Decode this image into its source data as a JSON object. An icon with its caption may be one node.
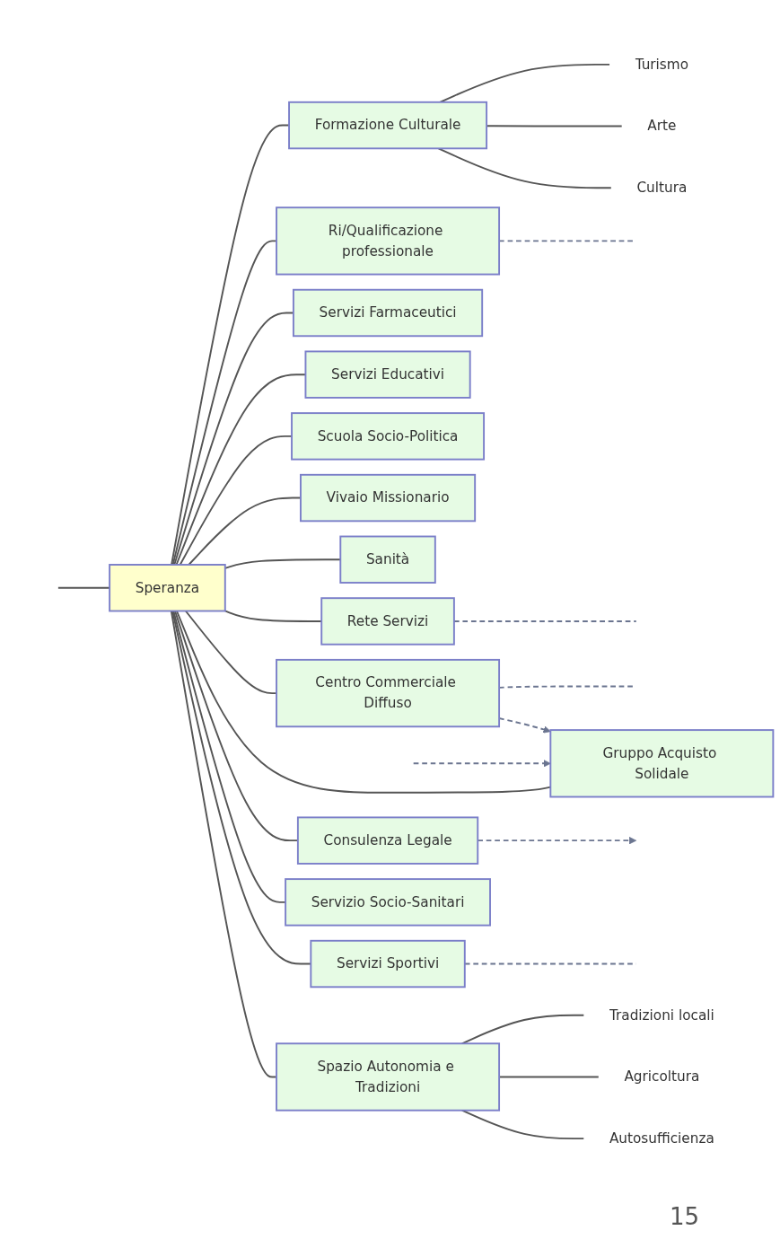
{
  "diagram": {
    "nodes": [
      {
        "text": [
          "Turismo"
        ]
      },
      {
        "text": [
          "Arte"
        ]
      },
      {
        "text": [
          "Cultura"
        ]
      },
      {
        "text": [
          "Formazione Culturale"
        ]
      },
      {
        "text": [
          "Ri/Qualificazione professionale"
        ]
      },
      {
        "text": [
          "Servizi Farmaceutici"
        ]
      },
      {
        "text": [
          "Servizi Educativi"
        ]
      },
      {
        "text": [
          "Gruppo Acquisto Solidale"
        ]
      },
      {
        "text": [
          "Scuola Socio-Politica"
        ]
      },
      {
        "text": [
          "Vivaio Missionario"
        ]
      },
      {
        "text": [
          "Speranza"
        ]
      },
      {
        "text": [
          "Sanità"
        ]
      },
      {
        "text": [
          "Rete Servizi"
        ]
      },
      {
        "text": [
          "Centro Commerciale Diffuso"
        ]
      },
      {
        "text": [
          "Consulenza Legale"
        ]
      },
      {
        "text": [
          "Servizi Sportivi"
        ]
      },
      {
        "text": [
          "Spazio Autonomia e Tradizioni"
        ]
      },
      {
        "text": [
          "Servizio Socio-Sanitari"
        ]
      },
      {
        "text": [
          "Tradizioni locali"
        ]
      },
      {
        "text": [
          "Agricoltura"
        ]
      },
      {
        "text": [
          "Autosufficienza"
        ]
      }
    ],
    "edges": [
      {
        "from": 10,
        "to": 3,
        "arrow": "none"
      },
      {
        "from": 3,
        "to": 0,
        "arrow": "none"
      },
      {
        "from": 3,
        "to": 1,
        "arrow": "none"
      },
      {
        "from": 3,
        "to": 2,
        "arrow": "none"
      },
      {
        "from": 10,
        "to": 4,
        "arrow": "none"
      },
      {
        "from": 10,
        "to": 5,
        "arrow": "none"
      },
      {
        "from": 10,
        "to": 6,
        "arrow": "none"
      },
      {
        "from": 10,
        "to": 7,
        "arrow": "none"
      },
      {
        "from": 10,
        "to": 8,
        "arrow": "none"
      },
      {
        "from": 10,
        "to": 9,
        "arrow": "none"
      },
      {
        "from": 10,
        "to": 11,
        "arrow": "none"
      },
      {
        "from": 10,
        "to": 12,
        "arrow": "none"
      },
      {
        "from": 10,
        "to": 13,
        "arrow": "none"
      },
      {
        "from": 10,
        "to": 14,
        "arrow": "none"
      },
      {
        "from": 10,
        "to": 15,
        "arrow": "none"
      },
      {
        "from": 10,
        "to": 16,
        "arrow": "none"
      },
      {
        "from": 10,
        "to": 17,
        "arrow": "none"
      },
      {
        "from": 16,
        "to": 18,
        "arrow": "none"
      },
      {
        "from": 16,
        "to": 19,
        "arrow": "none"
      },
      {
        "from": 16,
        "to": 20,
        "arrow": "none"
      },
      {
        "from": null,
        "to": 10,
        "arrow": "none"
      },
      {
        "from": 4,
        "to": null,
        "arrow": "none",
        "style": "dashed",
        "color": "#6b7590"
      },
      {
        "from": null,
        "to": 7,
        "arrow": "to",
        "style": "dashed",
        "color": "#6b7590"
      },
      {
        "from": 13,
        "to": 7,
        "arrow": "to",
        "style": "dashed",
        "color": "#6b7590"
      },
      {
        "from": 12,
        "to": null,
        "arrow": "none",
        "style": "dashed",
        "color": "#6b7590"
      },
      {
        "from": 13,
        "to": null,
        "arrow": "none",
        "style": "dashed",
        "color": "#6b7590"
      },
      {
        "from": 14,
        "to": null,
        "arrow": "to",
        "style": "dashed",
        "color": "#6b7590"
      },
      {
        "from": 15,
        "to": null,
        "arrow": "none",
        "style": "dashed",
        "color": "#6b7590"
      }
    ],
    "labels": [
      "15"
    ]
  }
}
